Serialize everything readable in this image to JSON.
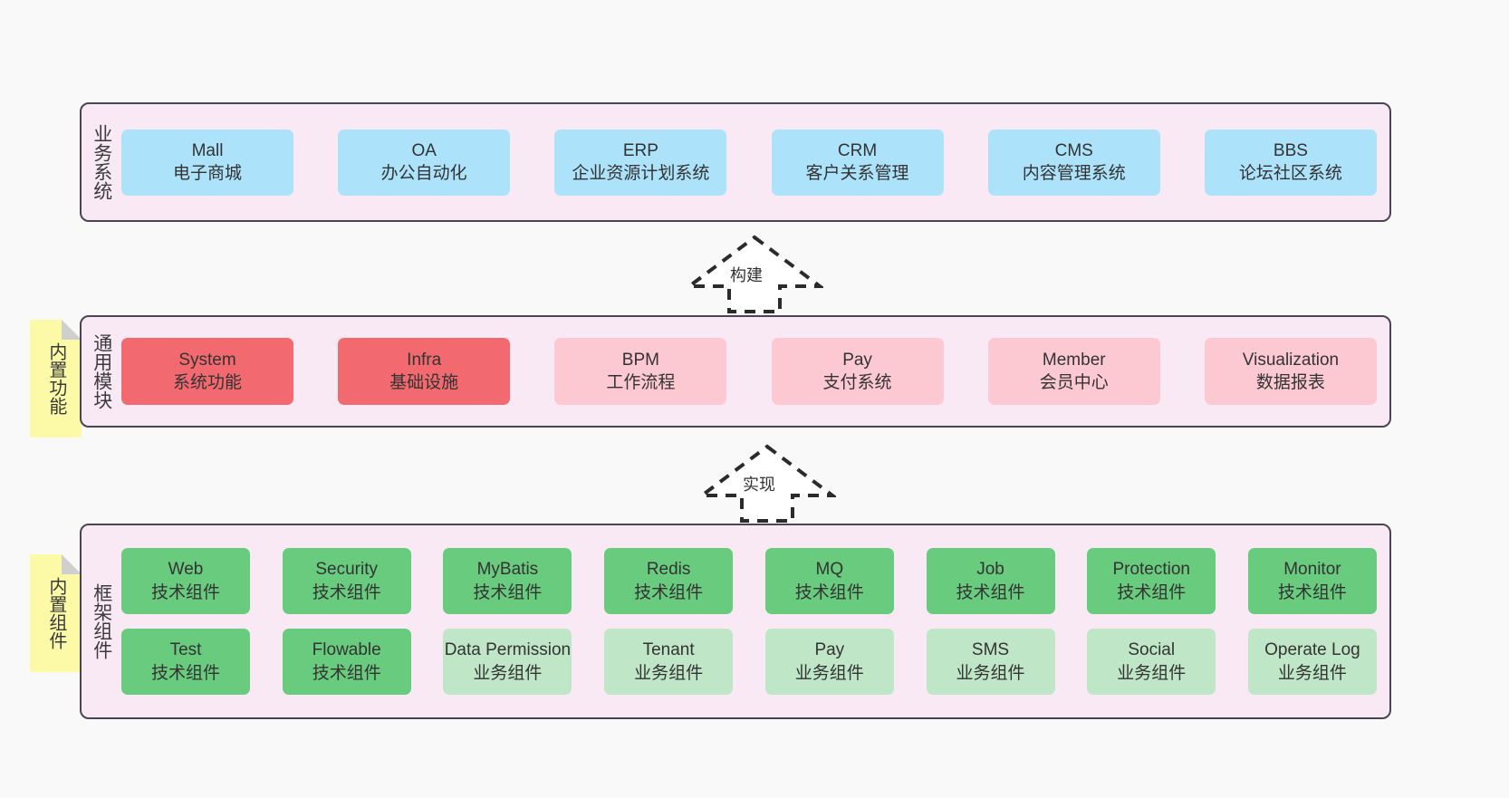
{
  "diagram": {
    "background_color": "#f9f9f9",
    "panel_fill": "#f8e9f4",
    "panel_border": "#4a4453"
  },
  "layers": [
    {
      "id": "business-systems",
      "title": "业务系统",
      "note": null,
      "rows": [
        {
          "nodes": [
            {
              "en": "Mall",
              "cn": "电子商城",
              "color": "#ace3fb",
              "style": "blue"
            },
            {
              "en": "OA",
              "cn": "办公自动化",
              "color": "#ace3fb",
              "style": "blue"
            },
            {
              "en": "ERP",
              "cn": "企业资源计划系统",
              "color": "#ace3fb",
              "style": "blue"
            },
            {
              "en": "CRM",
              "cn": "客户关系管理",
              "color": "#ace3fb",
              "style": "blue"
            },
            {
              "en": "CMS",
              "cn": "内容管理系统",
              "color": "#ace3fb",
              "style": "blue"
            },
            {
              "en": "BBS",
              "cn": "论坛社区系统",
              "color": "#ace3fb",
              "style": "blue"
            }
          ]
        }
      ]
    },
    {
      "id": "common-modules",
      "title": "通用模块",
      "note": "内置功能",
      "rows": [
        {
          "nodes": [
            {
              "en": "System",
              "cn": "系统功能",
              "color": "#f26a6f",
              "style": "red-strong"
            },
            {
              "en": "Infra",
              "cn": "基础设施",
              "color": "#f26a6f",
              "style": "red-strong"
            },
            {
              "en": "BPM",
              "cn": "工作流程",
              "color": "#fcc9d2",
              "style": "red-soft"
            },
            {
              "en": "Pay",
              "cn": "支付系统",
              "color": "#fcc9d2",
              "style": "red-soft"
            },
            {
              "en": "Member",
              "cn": "会员中心",
              "color": "#fcc9d2",
              "style": "red-soft"
            },
            {
              "en": "Visualization",
              "cn": "数据报表",
              "color": "#fcc9d2",
              "style": "red-soft"
            }
          ]
        }
      ]
    },
    {
      "id": "framework-components",
      "title": "框架组件",
      "note": "内置组件",
      "rows": [
        {
          "nodes": [
            {
              "en": "Web",
              "cn": "技术组件",
              "color": "#69cb7e",
              "style": "green-strong"
            },
            {
              "en": "Security",
              "cn": "技术组件",
              "color": "#69cb7e",
              "style": "green-strong"
            },
            {
              "en": "MyBatis",
              "cn": "技术组件",
              "color": "#69cb7e",
              "style": "green-strong"
            },
            {
              "en": "Redis",
              "cn": "技术组件",
              "color": "#69cb7e",
              "style": "green-strong"
            },
            {
              "en": "MQ",
              "cn": "技术组件",
              "color": "#69cb7e",
              "style": "green-strong"
            },
            {
              "en": "Job",
              "cn": "技术组件",
              "color": "#69cb7e",
              "style": "green-strong"
            },
            {
              "en": "Protection",
              "cn": "技术组件",
              "color": "#69cb7e",
              "style": "green-strong"
            },
            {
              "en": "Monitor",
              "cn": "技术组件",
              "color": "#69cb7e",
              "style": "green-strong"
            }
          ]
        },
        {
          "nodes": [
            {
              "en": "Test",
              "cn": "技术组件",
              "color": "#69cb7e",
              "style": "green-strong"
            },
            {
              "en": "Flowable",
              "cn": "技术组件",
              "color": "#69cb7e",
              "style": "green-strong"
            },
            {
              "en": "Data Permission",
              "cn": "业务组件",
              "color": "#bfe7c7",
              "style": "green-soft"
            },
            {
              "en": "Tenant",
              "cn": "业务组件",
              "color": "#bfe7c7",
              "style": "green-soft"
            },
            {
              "en": "Pay",
              "cn": "业务组件",
              "color": "#bfe7c7",
              "style": "green-soft"
            },
            {
              "en": "SMS",
              "cn": "业务组件",
              "color": "#bfe7c7",
              "style": "green-soft"
            },
            {
              "en": "Social",
              "cn": "业务组件",
              "color": "#bfe7c7",
              "style": "green-soft"
            },
            {
              "en": "Operate Log",
              "cn": "业务组件",
              "color": "#bfe7c7",
              "style": "green-soft"
            }
          ]
        }
      ]
    }
  ],
  "connectors": [
    {
      "id": "build-arrow",
      "label": "构建",
      "direction": "up",
      "style": "dashed-hollow"
    },
    {
      "id": "implement-arrow",
      "label": "实现",
      "direction": "up",
      "style": "dashed-hollow"
    }
  ]
}
